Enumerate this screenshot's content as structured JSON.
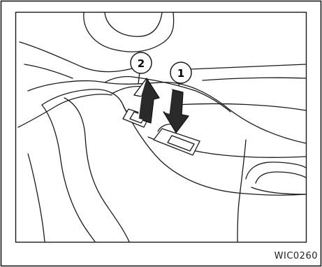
{
  "figure": {
    "callouts": [
      {
        "number": "1"
      },
      {
        "number": "2"
      }
    ],
    "figure_code": "WIC0260"
  }
}
